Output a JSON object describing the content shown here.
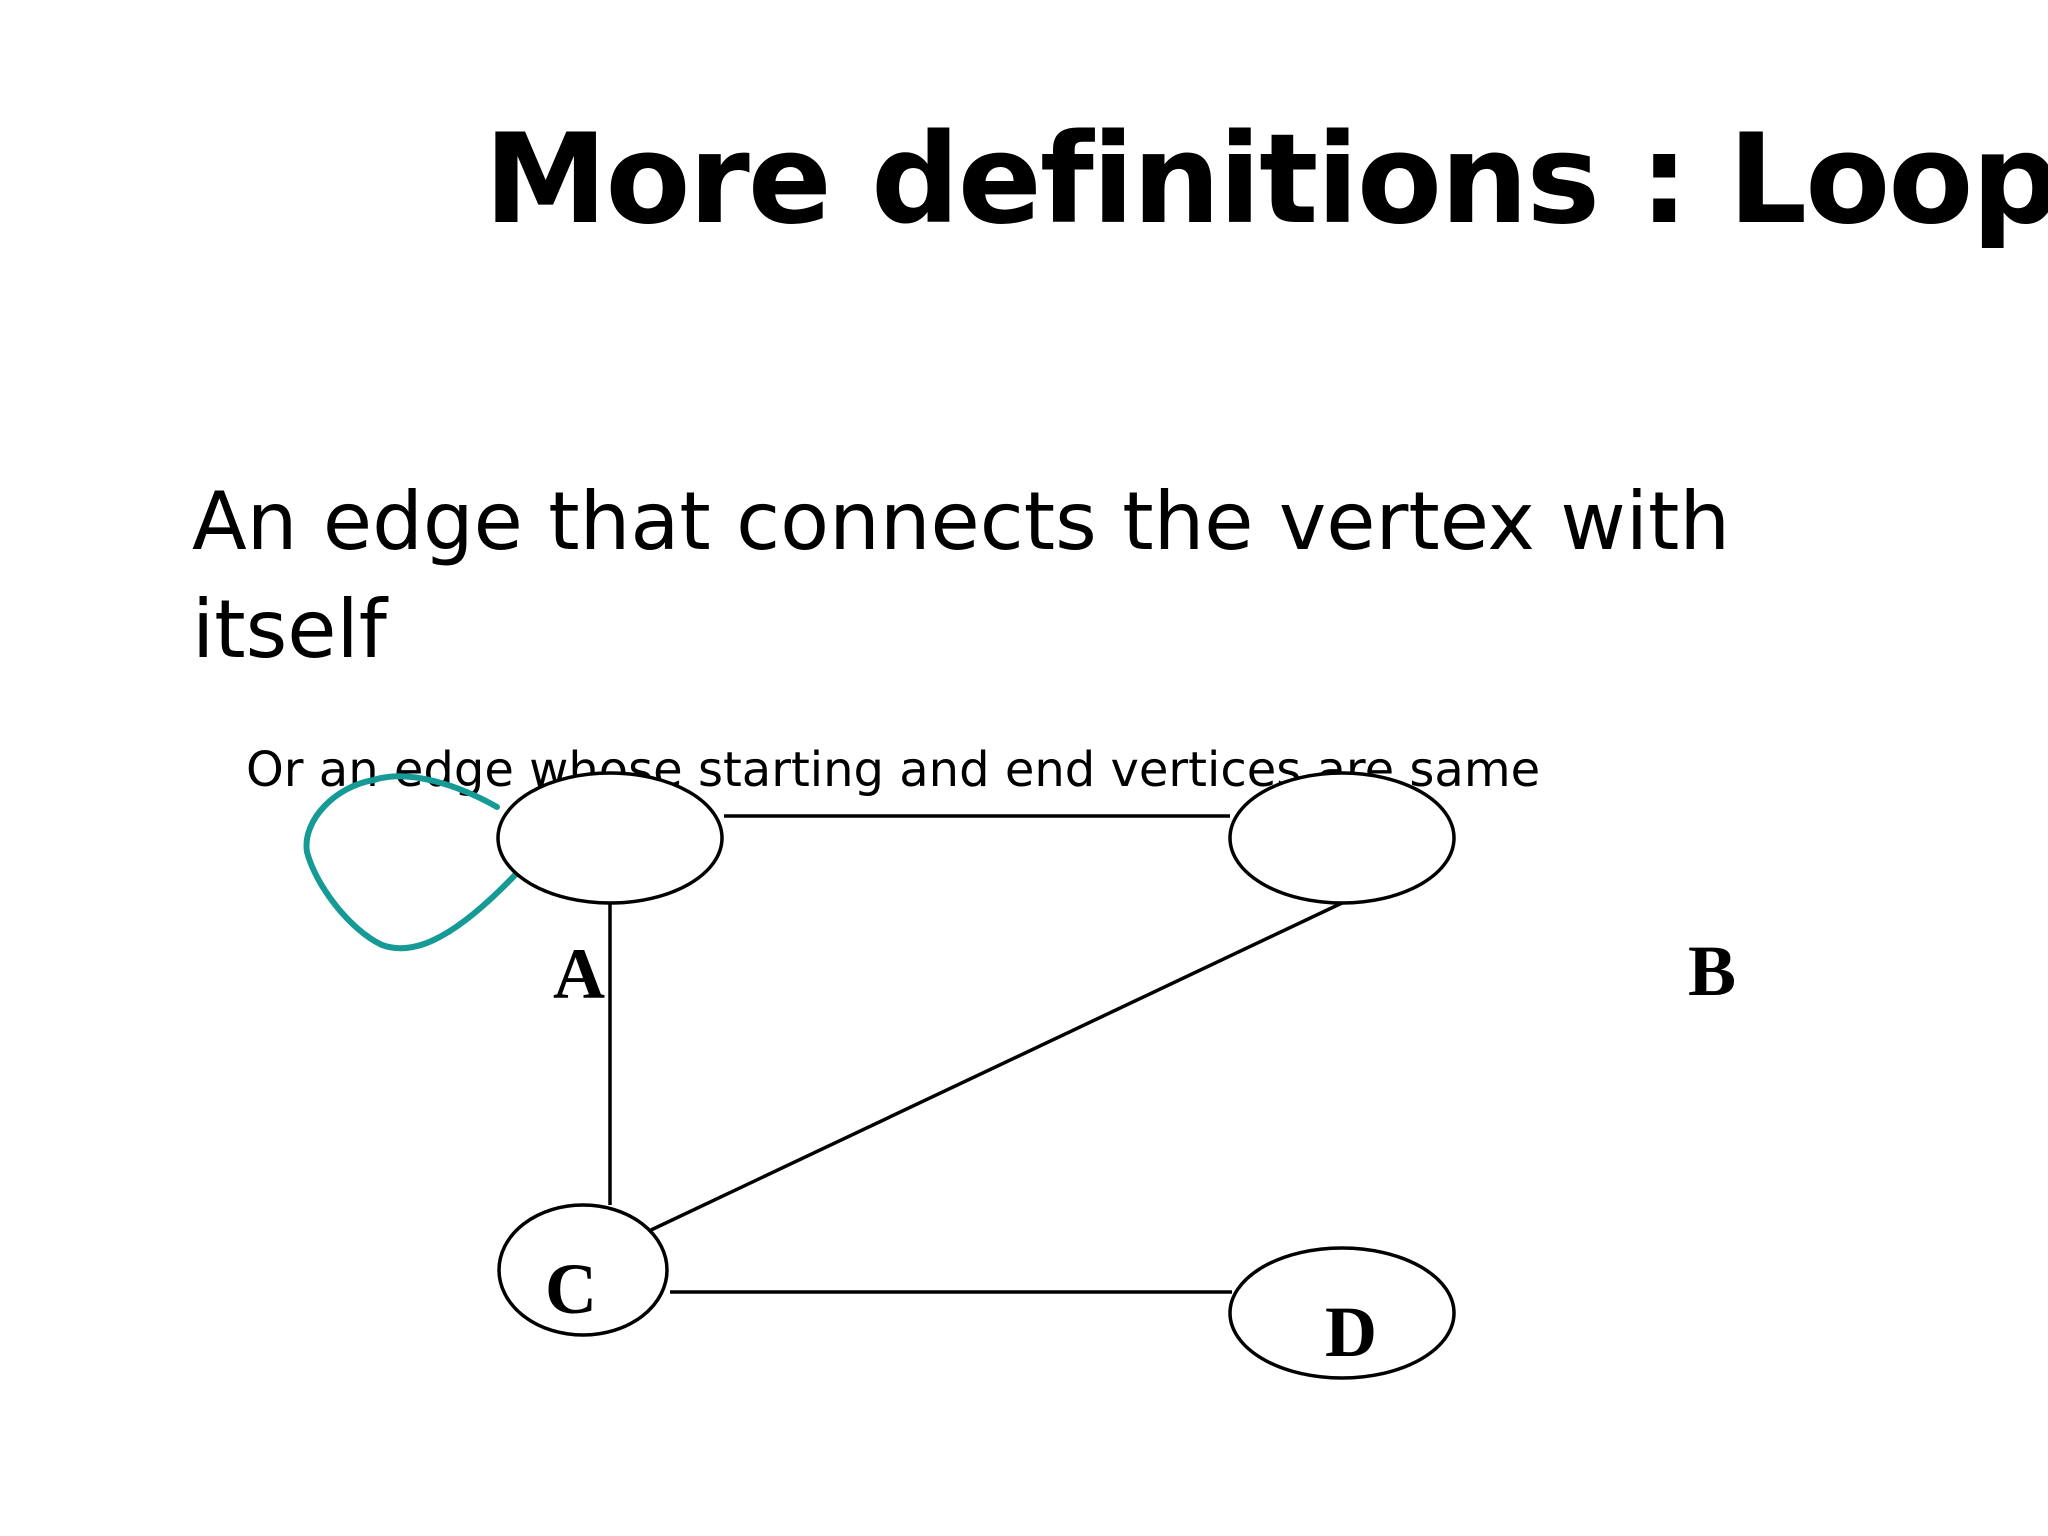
{
  "slide": {
    "title": "More definitions : Loop",
    "body": "An edge that connects the vertex with itself",
    "subtext": "Or an edge whose starting and end vertices are same"
  },
  "graph": {
    "vertices": [
      "A",
      "B",
      "C",
      "D"
    ],
    "edges": [
      [
        "A",
        "B"
      ],
      [
        "A",
        "C"
      ],
      [
        "B",
        "C"
      ],
      [
        "C",
        "D"
      ]
    ],
    "loops": [
      "A"
    ],
    "colors": {
      "edge": "#000000",
      "loop": "#159a96",
      "vertex_fill": "#ffffff"
    }
  }
}
